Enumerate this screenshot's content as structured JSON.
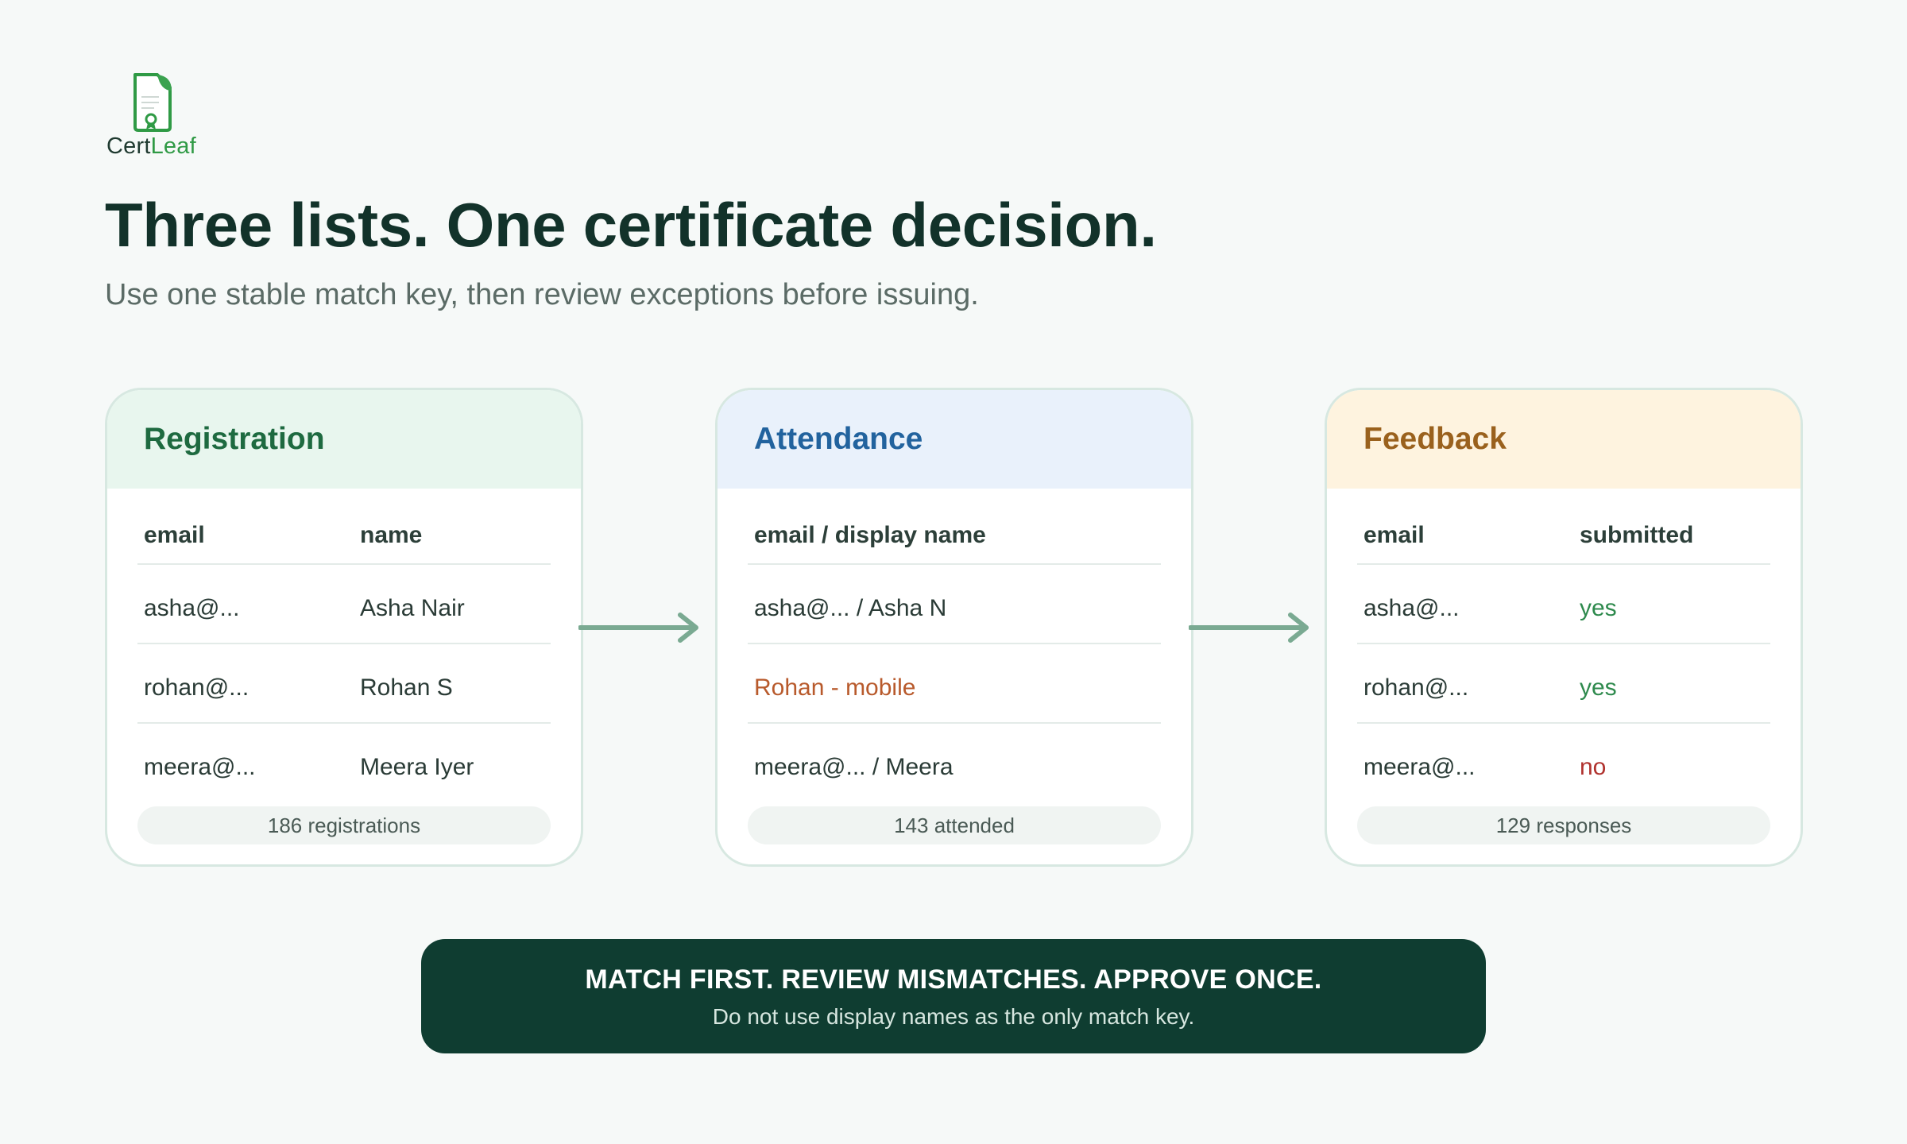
{
  "brand": {
    "name_part1": "Cert",
    "name_part2": "Leaf",
    "color_dark": "#1f3a30",
    "color_green": "#2f9a45"
  },
  "headline": "Three lists. One certificate decision.",
  "subhead": "Use one stable match key, then review exceptions before issuing.",
  "cards": [
    {
      "title": "Registration",
      "columns": [
        "email",
        "name"
      ],
      "rows": [
        [
          "asha@...",
          "Asha Nair"
        ],
        [
          "rohan@...",
          "Rohan S"
        ],
        [
          "meera@...",
          "Meera Iyer"
        ]
      ],
      "summary": "186 registrations",
      "accent": "#1e6a40"
    },
    {
      "title": "Attendance",
      "columns": [
        "email / display name"
      ],
      "rows": [
        [
          "asha@... / Asha N"
        ],
        [
          "Rohan - mobile"
        ],
        [
          "meera@... / Meera"
        ]
      ],
      "summary": "143 attended",
      "accent": "#22639e"
    },
    {
      "title": "Feedback",
      "columns": [
        "email",
        "submitted"
      ],
      "rows": [
        [
          "asha@...",
          "yes"
        ],
        [
          "rohan@...",
          "yes"
        ],
        [
          "meera@...",
          "no"
        ]
      ],
      "summary": "129 responses",
      "accent": "#9a611d"
    }
  ],
  "banner": {
    "title": "MATCH FIRST. REVIEW MISMATCHES. APPROVE ONCE.",
    "subtitle": "Do not use display names as the only match key."
  },
  "colors": {
    "mismatch": "#b85a2c",
    "yes": "#2e8a4d",
    "no": "#b0322e",
    "arrow": "#7aaa92",
    "banner_bg": "#0f3d31"
  }
}
